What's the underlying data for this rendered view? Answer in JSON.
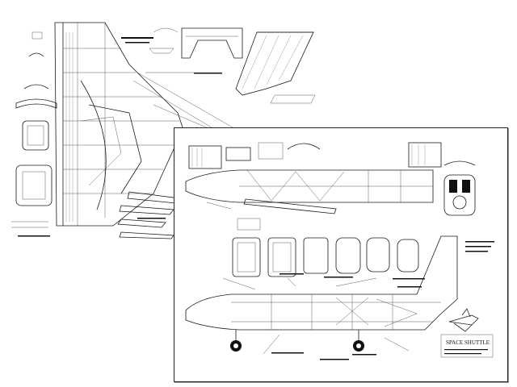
{
  "document": {
    "title_block": "SPACE SHUTTLE"
  },
  "sheets": [
    {
      "id": "sheet-1",
      "description_hidden": true
    },
    {
      "id": "sheet-2",
      "description_hidden": true
    }
  ],
  "colors": {
    "ink": "#111111",
    "paper": "#ffffff",
    "balsa_grain": "#555555"
  }
}
